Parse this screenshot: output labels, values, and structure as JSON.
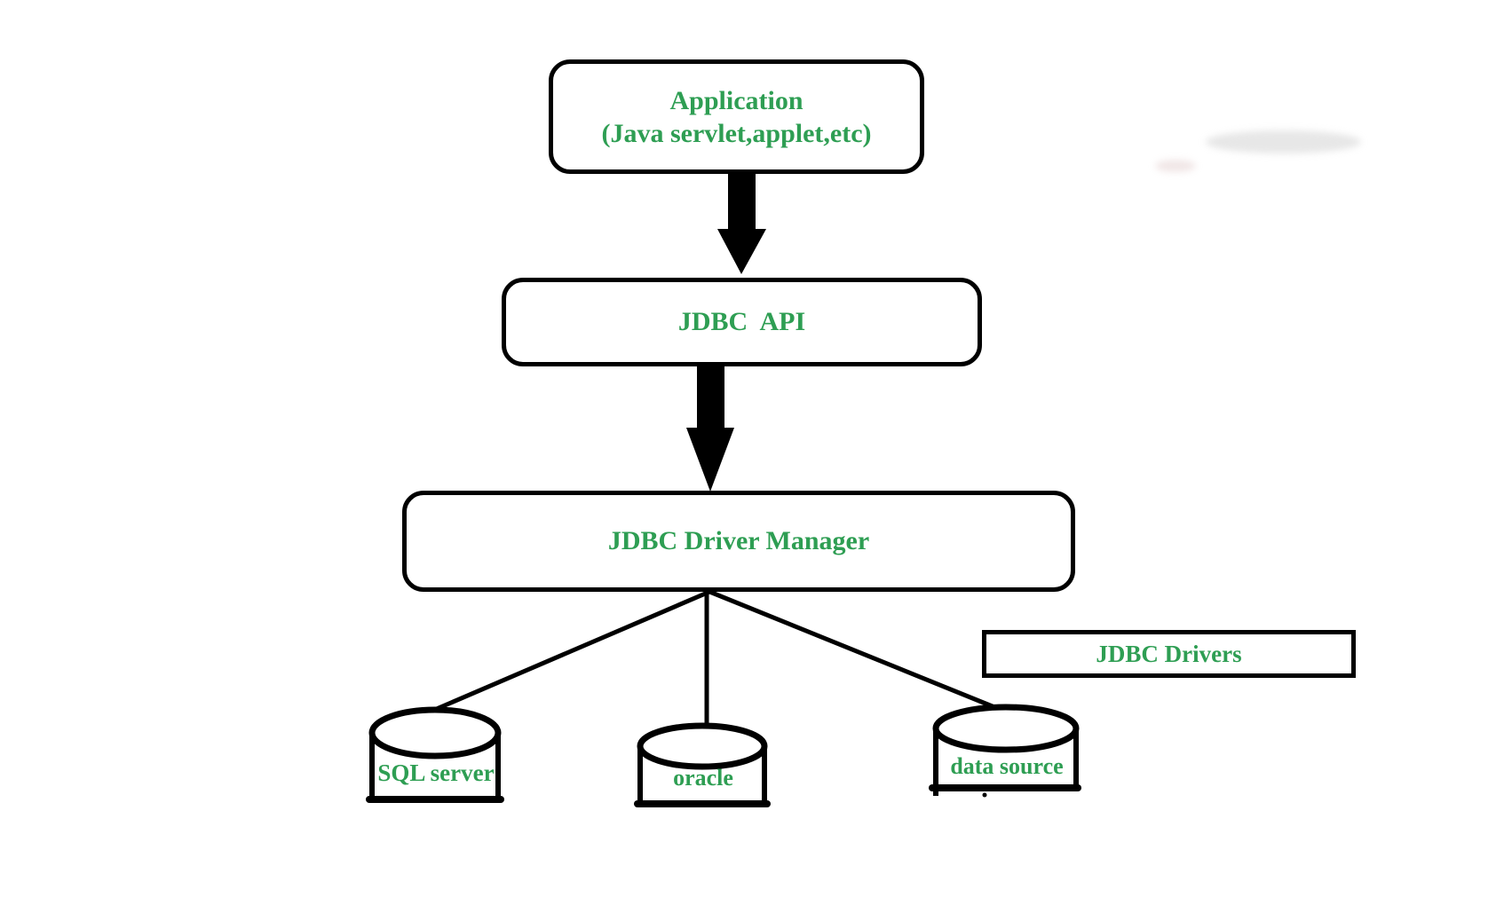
{
  "diagram": {
    "colors": {
      "background": "#ffffff",
      "stroke": "#000000",
      "text": "#2E9E53"
    },
    "nodes": {
      "application": {
        "line1": "Application",
        "line2": "(Java servlet,applet,etc)"
      },
      "jdbc_api": {
        "label": "JDBC  API"
      },
      "driver_manager": {
        "label": "JDBC Driver Manager"
      },
      "jdbc_drivers": {
        "label": "JDBC Drivers"
      },
      "databases": [
        {
          "label": "SQL server"
        },
        {
          "label": "oracle"
        },
        {
          "label": "data source"
        }
      ]
    }
  }
}
